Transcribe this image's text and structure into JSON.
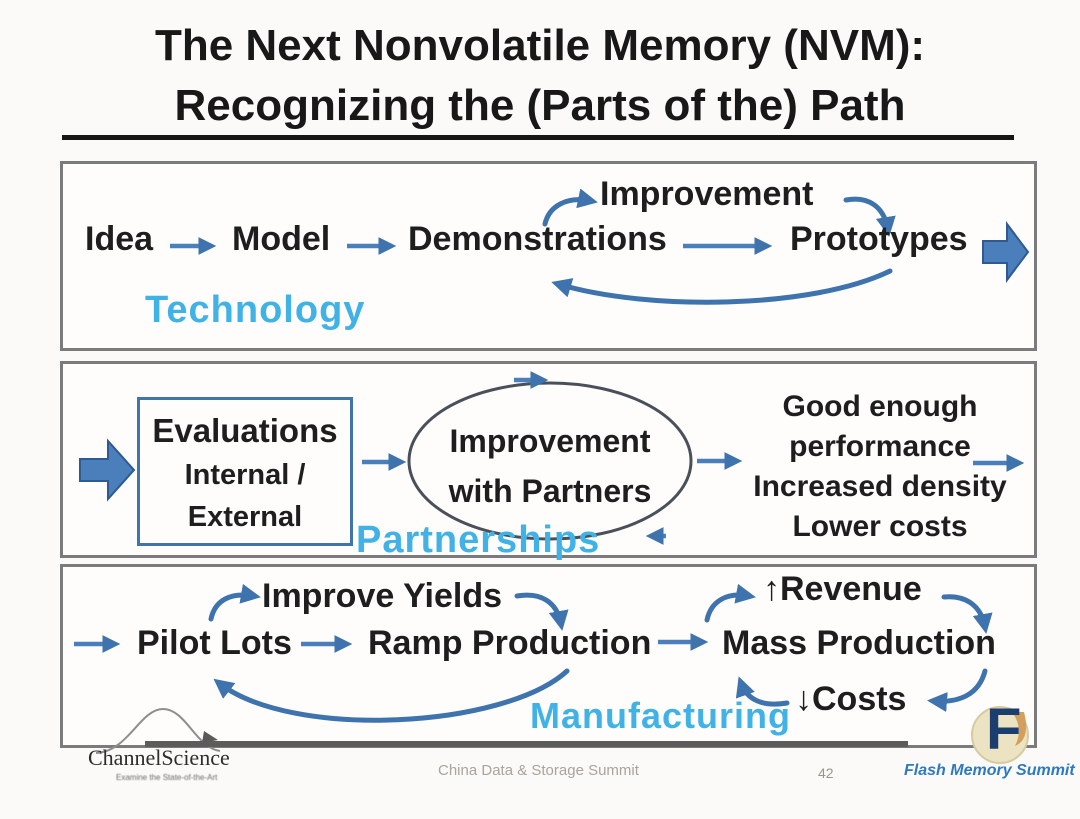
{
  "title": {
    "line1": "The Next Nonvolatile Memory (NVM):",
    "line2": "Recognizing the (Parts of the) Path"
  },
  "technology": {
    "label": "Technology",
    "steps": [
      "Idea",
      "Model",
      "Demonstrations",
      "Prototypes"
    ],
    "loop_label": "Improvement"
  },
  "partnerships": {
    "label": "Partnerships",
    "evaluations": {
      "line1": "Evaluations",
      "line2": "Internal /",
      "line3": "External"
    },
    "ellipse": {
      "line1": "Improvement",
      "line2": "with Partners"
    },
    "outcomes": [
      "Good enough",
      "performance",
      "Increased density",
      "Lower costs"
    ]
  },
  "manufacturing": {
    "label": "Manufacturing",
    "steps": [
      "Pilot Lots",
      "Ramp Production",
      "Mass Production"
    ],
    "loop_label": "Improve Yields",
    "revenue_label": "↑Revenue",
    "costs_label": "↓Costs"
  },
  "footer": {
    "channelscience_name": "ChannelScience",
    "channelscience_tagline": "Examine the State-of-the-Art",
    "event_name": "China Data & Storage Summit",
    "page_number": "42",
    "fms_name": "Flash Memory Summit",
    "fms_monogram": "F"
  },
  "colors": {
    "arrow_blue": "#4a7fbb",
    "curve_blue": "#3e73ae",
    "stage_label_blue": "#41b2e6",
    "fms_blue": "#2d7ac1",
    "box_border_gray": "#7b7b7b"
  }
}
